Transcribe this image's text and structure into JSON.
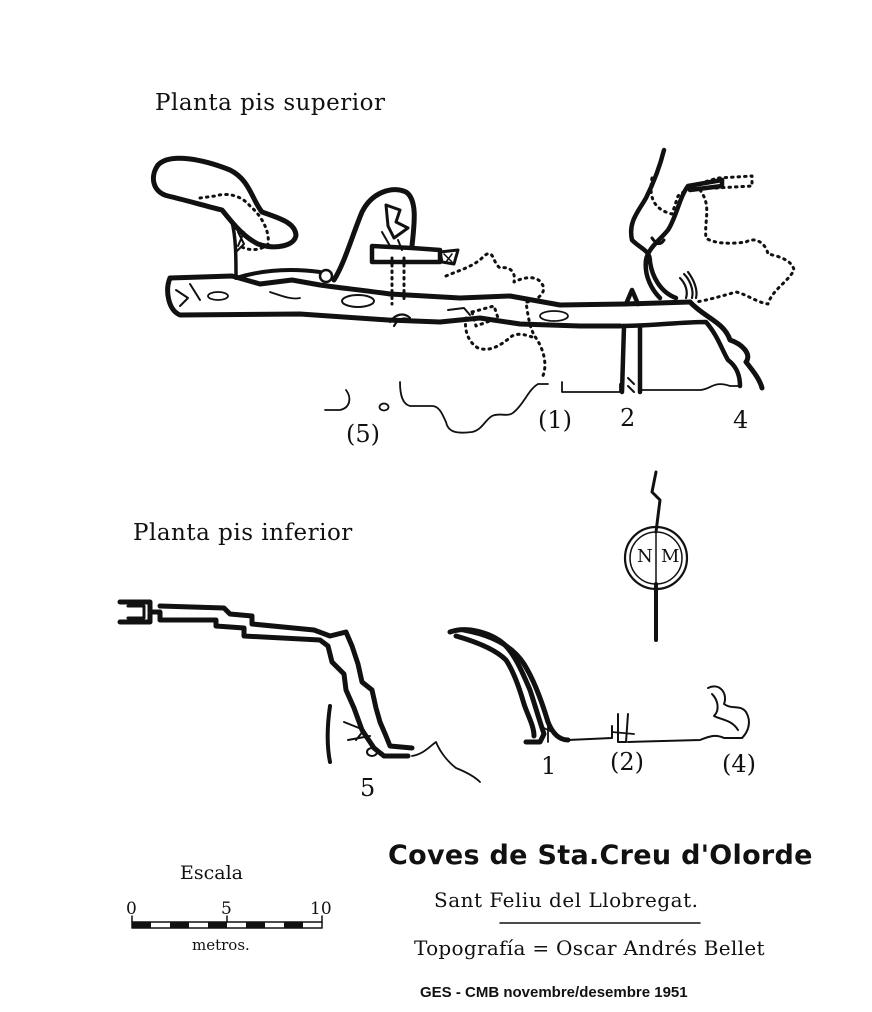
{
  "plans": {
    "upper_title": "Planta pis superior",
    "lower_title": "Planta pis inferior"
  },
  "entrances_upper": [
    "(5)",
    "(1)",
    "2",
    "4"
  ],
  "entrances_lower": [
    "5",
    "1",
    "(2)",
    "(4)"
  ],
  "compass": {
    "left": "N",
    "right": "M"
  },
  "scale": {
    "title": "Escala",
    "ticks": [
      "0",
      "5",
      "10"
    ],
    "unit": "metros."
  },
  "title_block": {
    "title": "Coves de Sta.Creu d'Olorde",
    "location": "Sant Feliu del Llobregat.",
    "survey": "Topografía = Oscar Andrés Bellet",
    "credit": "GES - CMB  novembre/desembre 1951"
  },
  "colors": {
    "ink": "#111111",
    "paper": "#ffffff"
  }
}
